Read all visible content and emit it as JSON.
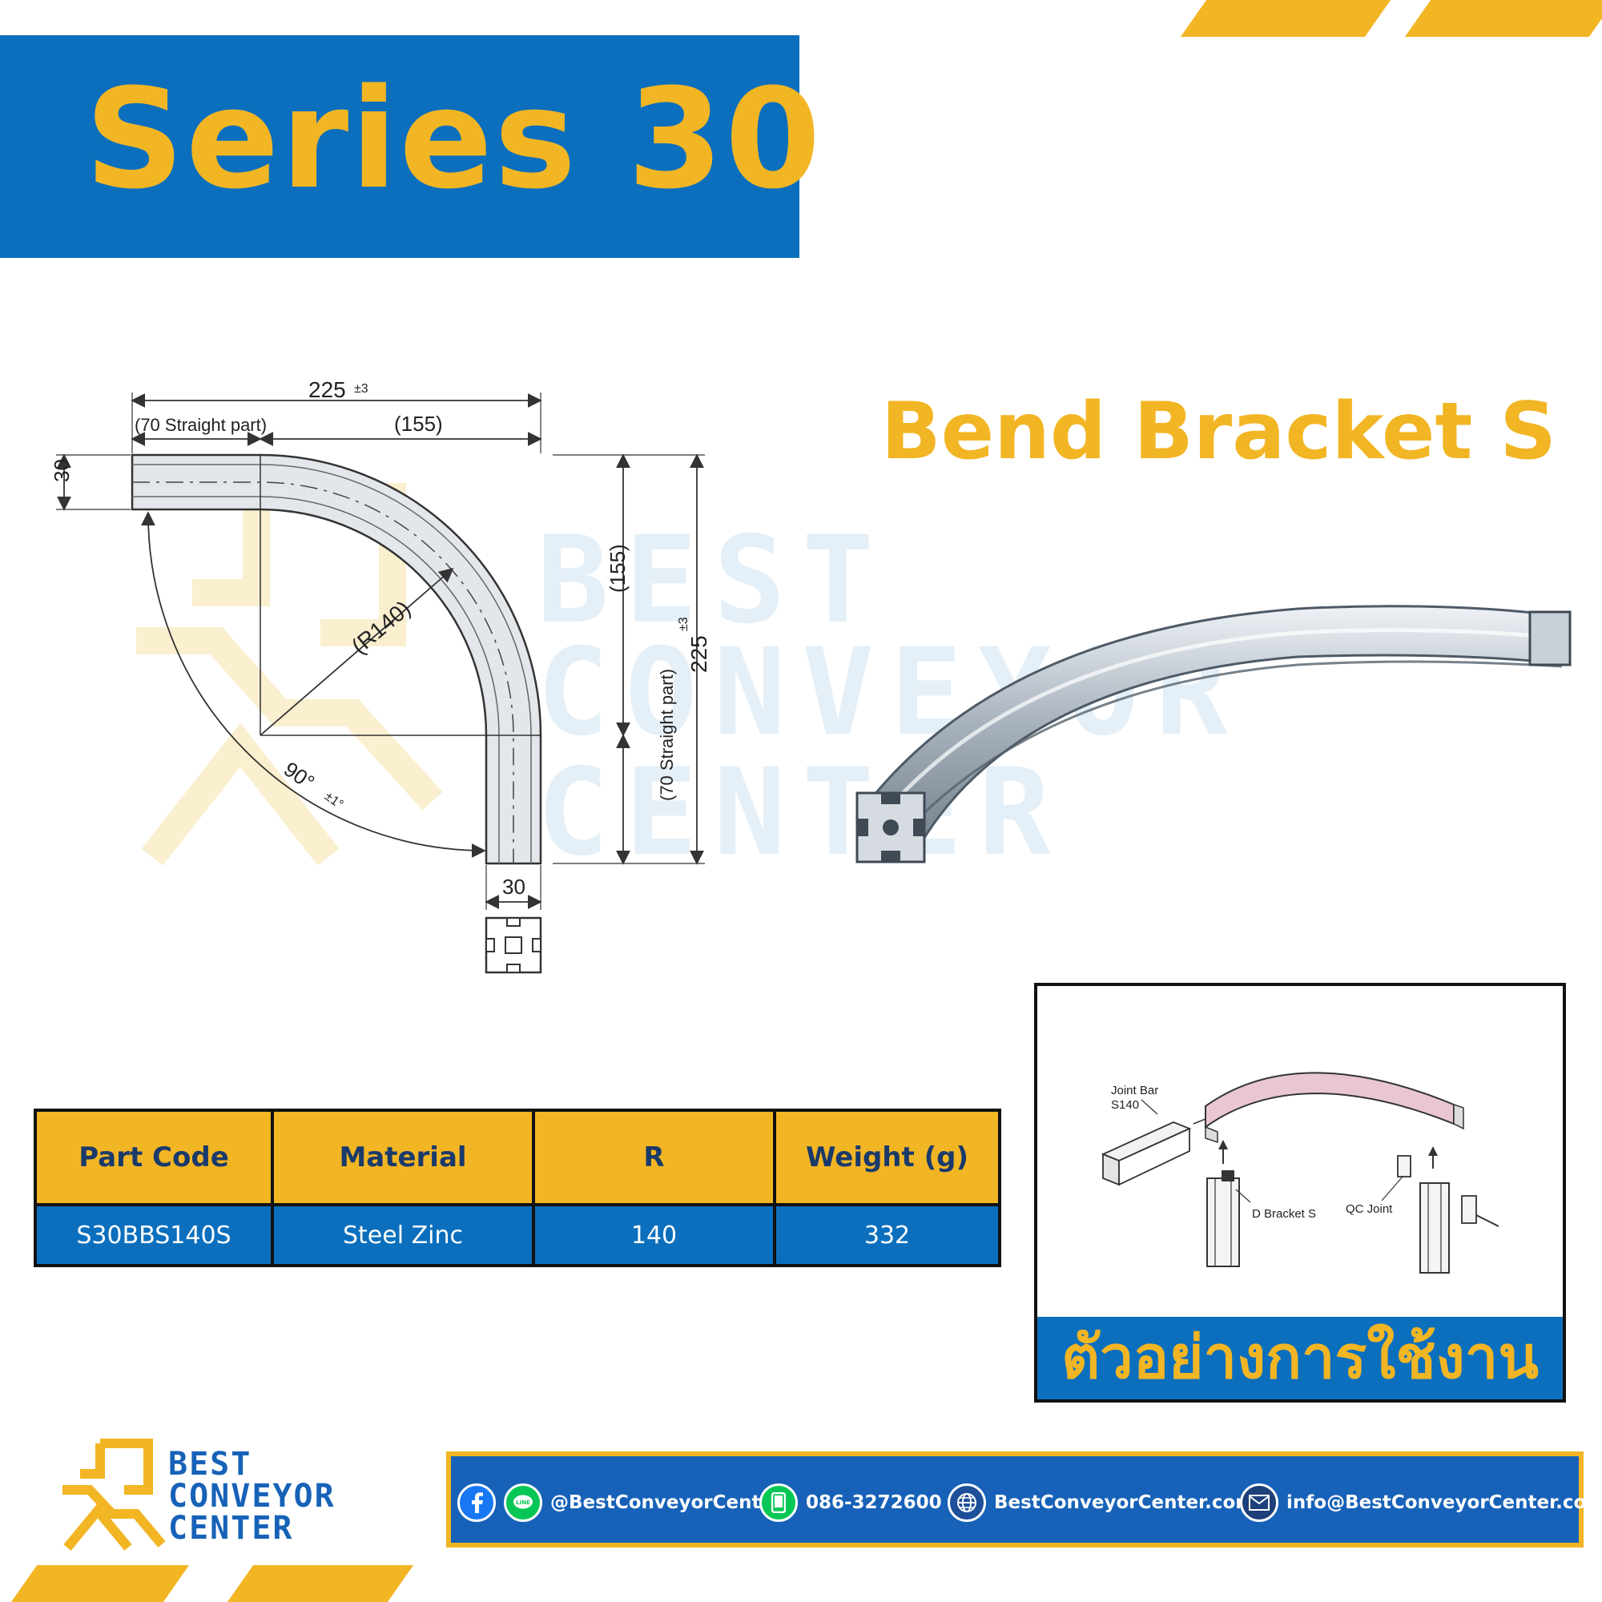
{
  "header": {
    "series_title": "Series 30"
  },
  "product": {
    "name": "Bend Bracket S"
  },
  "watermark": {
    "line1": "BEST",
    "line2": "CONVEYOR",
    "line3": "CENTER"
  },
  "drawing": {
    "overall_width": "225",
    "overall_width_tol": "±3",
    "straight_part_top": "(70 Straight part)",
    "arc_span_top": "(155)",
    "profile_height_left": "30",
    "radius": "(R140)",
    "angle": "90°",
    "angle_tol": "±1°",
    "arc_span_right": "(155)",
    "overall_height": "225",
    "overall_height_tol": "±3",
    "straight_part_right": "(70 Straight part)",
    "profile_width_bottom": "30"
  },
  "spec_table": {
    "headers": [
      "Part Code",
      "Material",
      "R",
      "Weight (g)"
    ],
    "row": [
      "S30BBS140S",
      "Steel Zinc",
      "140",
      "332"
    ]
  },
  "example": {
    "label_joint_bar": "Joint Bar",
    "label_joint_bar_size": "S140",
    "label_d_bracket": "D Bracket S",
    "label_qc_joint": "QC Joint",
    "caption": "ตัวอย่างการใช้งาน"
  },
  "footer": {
    "logo_line1": "BEST",
    "logo_line2": "CONVEYOR",
    "logo_line3": "CENTER",
    "social": "@BestConveyorCenter",
    "phone": "086-3272600",
    "website": "BestConveyorCenter.com",
    "email": "info@BestConveyorCenter.com"
  },
  "colors": {
    "brand_blue": "#0b6fbd",
    "brand_yellow": "#f2b524",
    "footer_blue": "#1762b8",
    "facebook": "#1877f2",
    "line": "#06c755"
  },
  "icons": [
    "facebook-icon",
    "line-icon",
    "phone-icon",
    "globe-icon",
    "mail-icon"
  ]
}
